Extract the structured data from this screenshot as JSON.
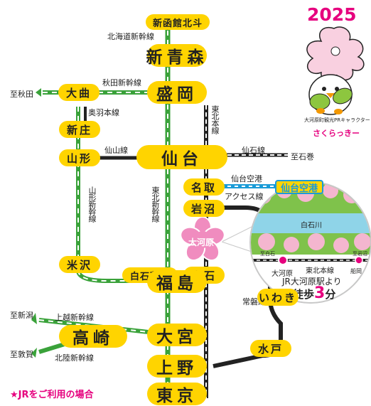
{
  "year": "2025",
  "character": {
    "caption": "大河原町観光PRキャラクター",
    "name": "さくらっきー"
  },
  "stations": {
    "shin_hakodate": "新函館北斗",
    "shin_aomori": "新青森",
    "morioka": "盛岡",
    "omagari": "大曲",
    "shinjo": "新庄",
    "yamagata": "山形",
    "sendai": "仙台",
    "natori": "名取",
    "iwanuma": "岩沼",
    "ogawara": "大河原",
    "yonezawa": "米沢",
    "shiroishi_zao": "白石蔵王",
    "shiroishi": "白石",
    "fukushima": "福島",
    "iwaki": "いわき",
    "takasaki": "高崎",
    "omiya": "大宮",
    "mito": "水戸",
    "ueno": "上野",
    "tokyo": "東京",
    "sendai_airport": "仙台空港"
  },
  "lines": {
    "hokkaido_shinkansen": "北海道新幹線",
    "akita_shinkansen": "秋田新幹線",
    "ou_line": "奥羽本線",
    "tohoku_main": "東北本線",
    "senzan_line": "仙山線",
    "senseki_line": "仙石線",
    "airport_access_1": "仙台空港",
    "airport_access_2": "アクセス線",
    "yamagata_shinkansen": "山形新幹線",
    "tohoku_shinkansen": "東北新幹線",
    "joban_line": "常磐線",
    "joetsu_shinkansen": "上越新幹線",
    "hokuriku_shinkansen": "北陸新幹線"
  },
  "destinations": {
    "akita": "至秋田",
    "ishinomaki": "至石巻",
    "niigata": "至新潟",
    "tsuruga": "至敦賀"
  },
  "inset": {
    "river": "白石川",
    "to_shiroishi": "至白石",
    "to_iwanuma": "至岩沼",
    "station": "大河原",
    "line": "東北本線",
    "funaoka": "船岡",
    "from_station": "JR大河原駅より",
    "walk_prefix": "徒歩",
    "walk_num": "3",
    "walk_unit": "分"
  },
  "usage_note": "★JRをご利用の場合",
  "colors": {
    "yellow": "#ffd400",
    "shinkansen": "#3aa23a",
    "pink": "#e6007e",
    "blue": "#1a9bd7"
  }
}
